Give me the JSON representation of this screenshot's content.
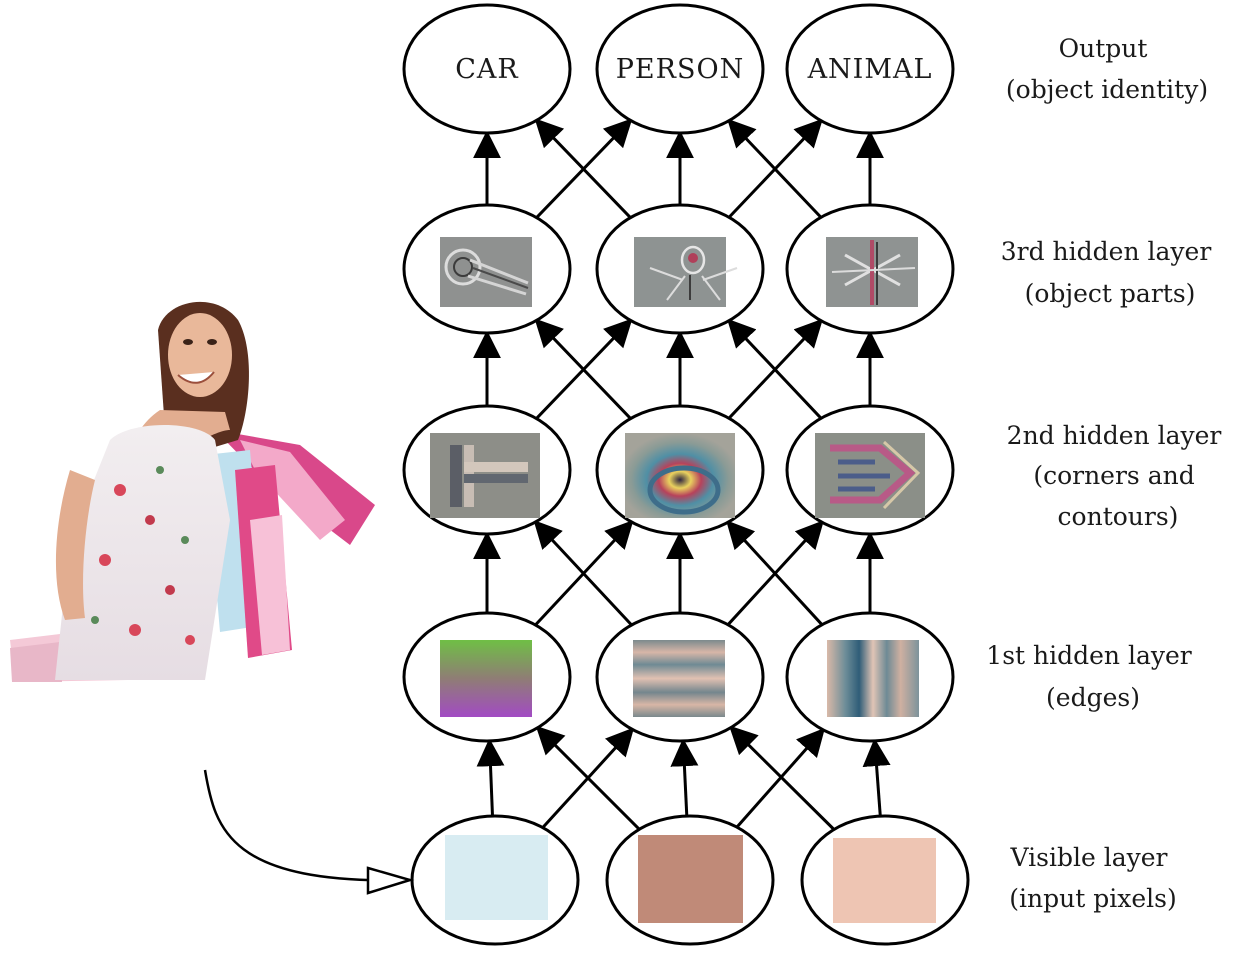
{
  "output_nodes": [
    "CAR",
    "PERSON",
    "ANIMAL"
  ],
  "layers": [
    {
      "id": "output",
      "lines": [
        "Output",
        "(object identity)"
      ]
    },
    {
      "id": "hidden3",
      "lines": [
        "3rd hidden layer",
        "(object parts)"
      ]
    },
    {
      "id": "hidden2",
      "lines": [
        "2nd hidden layer",
        "(corners and",
        "contours)"
      ]
    },
    {
      "id": "hidden1",
      "lines": [
        "1st hidden layer",
        "(edges)"
      ]
    },
    {
      "id": "visible",
      "lines": [
        "Visible layer",
        "(input pixels)"
      ]
    }
  ],
  "colors": {
    "ink": "#000000",
    "visible_pixel_1": "#d8ecf2",
    "visible_pixel_2": "#c08a78",
    "visible_pixel_3": "#eec5b3"
  }
}
